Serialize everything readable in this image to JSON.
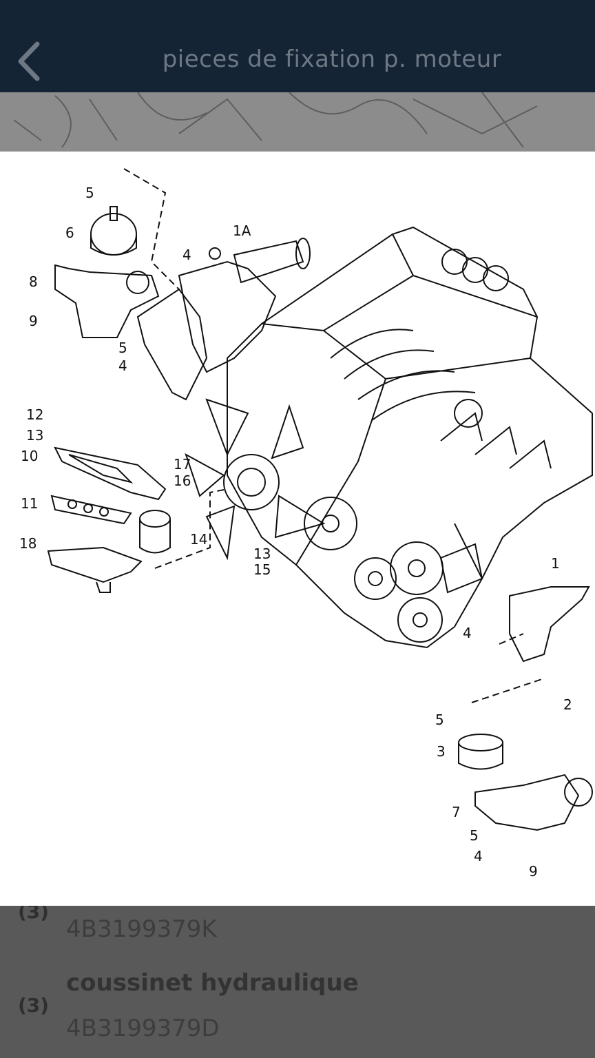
{
  "header": {
    "title": "pieces de fixation p. moteur",
    "back_icon": "chevron-left-icon"
  },
  "diagram": {
    "callouts": [
      "5",
      "6",
      "8",
      "9",
      "5",
      "4",
      "4",
      "1A",
      "12",
      "13",
      "10",
      "17",
      "16",
      "11",
      "14",
      "18",
      "13",
      "15",
      "1",
      "4",
      "2",
      "5",
      "3",
      "7",
      "5",
      "4",
      "9"
    ]
  },
  "list": {
    "items": [
      {
        "index": "(3)",
        "name": "",
        "part_number": "4B3199379K"
      },
      {
        "index": "(3)",
        "name": "coussinet hydraulique",
        "part_number": "4B3199379D"
      }
    ]
  }
}
